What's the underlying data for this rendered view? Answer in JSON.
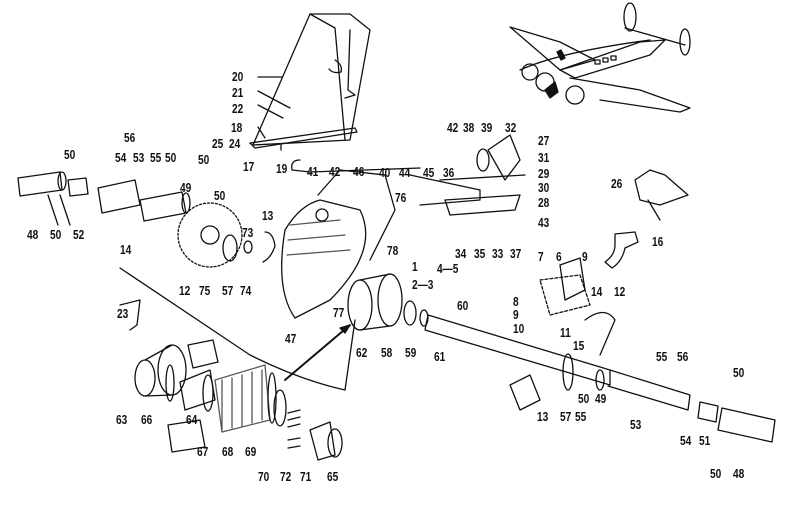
{
  "diagram": {
    "type": "exploded-parts-view",
    "subject": "Twin-engine aircraft landing gear retract mechanism assembly",
    "inset": "aircraft-locator-silhouette",
    "colors": {
      "ink": "#111111",
      "paper": "#ffffff",
      "shade": "#555555"
    }
  },
  "callouts": [
    {
      "id": "c20",
      "label": "20"
    },
    {
      "id": "c21",
      "label": "21"
    },
    {
      "id": "c22",
      "label": "22"
    },
    {
      "id": "c18",
      "label": "18"
    },
    {
      "id": "c19",
      "label": "19"
    },
    {
      "id": "c25",
      "label": "25"
    },
    {
      "id": "c24",
      "label": "24"
    },
    {
      "id": "c17",
      "label": "17"
    },
    {
      "id": "c56a",
      "label": "56"
    },
    {
      "id": "c54a",
      "label": "54"
    },
    {
      "id": "c53a",
      "label": "53"
    },
    {
      "id": "c55a",
      "label": "55"
    },
    {
      "id": "c50a",
      "label": "50"
    },
    {
      "id": "c50b",
      "label": "50"
    },
    {
      "id": "c50c",
      "label": "50"
    },
    {
      "id": "c50d",
      "label": "50"
    },
    {
      "id": "c50e",
      "label": "50"
    },
    {
      "id": "c49a",
      "label": "49"
    },
    {
      "id": "c48a",
      "label": "48"
    },
    {
      "id": "c52",
      "label": "52"
    },
    {
      "id": "c14a",
      "label": "14"
    },
    {
      "id": "c12a",
      "label": "12"
    },
    {
      "id": "c75",
      "label": "75"
    },
    {
      "id": "c57a",
      "label": "57"
    },
    {
      "id": "c74",
      "label": "74"
    },
    {
      "id": "c73",
      "label": "73"
    },
    {
      "id": "c13a",
      "label": "13"
    },
    {
      "id": "c41",
      "label": "41"
    },
    {
      "id": "c42a",
      "label": "42"
    },
    {
      "id": "c46",
      "label": "46"
    },
    {
      "id": "c40",
      "label": "40"
    },
    {
      "id": "c44",
      "label": "44"
    },
    {
      "id": "c45",
      "label": "45"
    },
    {
      "id": "c36",
      "label": "36"
    },
    {
      "id": "c76",
      "label": "76"
    },
    {
      "id": "c78",
      "label": "78"
    },
    {
      "id": "c1",
      "label": "1"
    },
    {
      "id": "c2-3",
      "label": "2—3"
    },
    {
      "id": "c4-5",
      "label": "4—5"
    },
    {
      "id": "c77",
      "label": "77"
    },
    {
      "id": "c47",
      "label": "47"
    },
    {
      "id": "c42b",
      "label": "42"
    },
    {
      "id": "c38",
      "label": "38"
    },
    {
      "id": "c39",
      "label": "39"
    },
    {
      "id": "c32",
      "label": "32"
    },
    {
      "id": "c27",
      "label": "27"
    },
    {
      "id": "c31",
      "label": "31"
    },
    {
      "id": "c29",
      "label": "29"
    },
    {
      "id": "c30",
      "label": "30"
    },
    {
      "id": "c28",
      "label": "28"
    },
    {
      "id": "c43",
      "label": "43"
    },
    {
      "id": "c34",
      "label": "34"
    },
    {
      "id": "c35",
      "label": "35"
    },
    {
      "id": "c33",
      "label": "33"
    },
    {
      "id": "c37",
      "label": "37"
    },
    {
      "id": "c26",
      "label": "26"
    },
    {
      "id": "c16",
      "label": "16"
    },
    {
      "id": "c7",
      "label": "7"
    },
    {
      "id": "c6",
      "label": "6"
    },
    {
      "id": "c9a",
      "label": "9"
    },
    {
      "id": "c8",
      "label": "8"
    },
    {
      "id": "c9b",
      "label": "9"
    },
    {
      "id": "c10",
      "label": "10"
    },
    {
      "id": "c11",
      "label": "11"
    },
    {
      "id": "c14b",
      "label": "14"
    },
    {
      "id": "c12b",
      "label": "12"
    },
    {
      "id": "c15",
      "label": "15"
    },
    {
      "id": "c55b",
      "label": "55"
    },
    {
      "id": "c56b",
      "label": "56"
    },
    {
      "id": "c60",
      "label": "60"
    },
    {
      "id": "c62",
      "label": "62"
    },
    {
      "id": "c58",
      "label": "58"
    },
    {
      "id": "c59",
      "label": "59"
    },
    {
      "id": "c61",
      "label": "61"
    },
    {
      "id": "c13b",
      "label": "13"
    },
    {
      "id": "c57b",
      "label": "57"
    },
    {
      "id": "c50f",
      "label": "50"
    },
    {
      "id": "c49b",
      "label": "49"
    },
    {
      "id": "c55c",
      "label": "55"
    },
    {
      "id": "c53b",
      "label": "53"
    },
    {
      "id": "c54b",
      "label": "54"
    },
    {
      "id": "c51",
      "label": "51"
    },
    {
      "id": "c50g",
      "label": "50"
    },
    {
      "id": "c50h",
      "label": "50"
    },
    {
      "id": "c48b",
      "label": "48"
    },
    {
      "id": "c23",
      "label": "23"
    },
    {
      "id": "c63",
      "label": "63"
    },
    {
      "id": "c66",
      "label": "66"
    },
    {
      "id": "c64",
      "label": "64"
    },
    {
      "id": "c67",
      "label": "67"
    },
    {
      "id": "c68",
      "label": "68"
    },
    {
      "id": "c69",
      "label": "69"
    },
    {
      "id": "c70",
      "label": "70"
    },
    {
      "id": "c72",
      "label": "72"
    },
    {
      "id": "c71",
      "label": "71"
    },
    {
      "id": "c65",
      "label": "65"
    }
  ]
}
